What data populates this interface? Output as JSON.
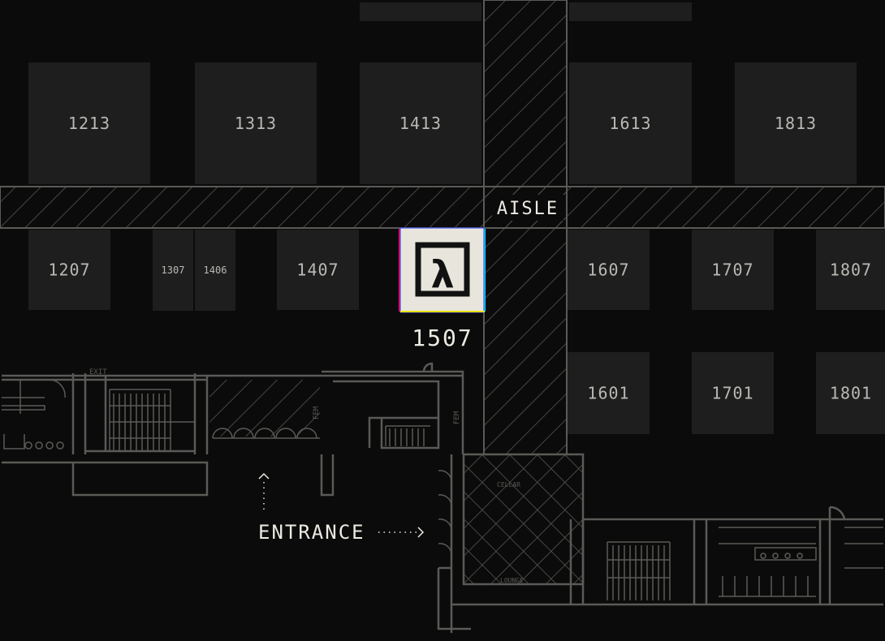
{
  "map": {
    "aisle_label": "AISLE",
    "entrance_label": "ENTRANCE",
    "highlighted_booth": {
      "number": "1507",
      "logo": "lambda-logo",
      "logo_glyph": "λ"
    },
    "booths": [
      {
        "label": "1213"
      },
      {
        "label": "1313"
      },
      {
        "label": "1413"
      },
      {
        "label": "1613"
      },
      {
        "label": "1813"
      },
      {
        "label": "1207"
      },
      {
        "label": "1307"
      },
      {
        "label": "1406"
      },
      {
        "label": "1407"
      },
      {
        "label": "1607"
      },
      {
        "label": "1707"
      },
      {
        "label": "1807"
      },
      {
        "label": "1601"
      },
      {
        "label": "1701"
      },
      {
        "label": "1801"
      }
    ],
    "colors": {
      "background": "#0b0b0b",
      "booth": "#1e1e1e",
      "highlight": "#e8e6dc",
      "line": "#5a5a56"
    }
  }
}
